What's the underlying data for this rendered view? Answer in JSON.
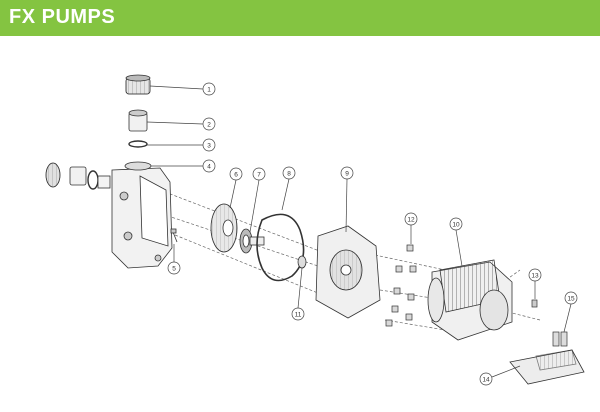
{
  "header": {
    "title": "FX PUMPS",
    "bg_color": "#84c441"
  },
  "diagram": {
    "callouts": [
      "1",
      "2",
      "3",
      "4",
      "5",
      "6",
      "7",
      "8",
      "9",
      "10",
      "11",
      "12",
      "13",
      "14",
      "15"
    ]
  }
}
